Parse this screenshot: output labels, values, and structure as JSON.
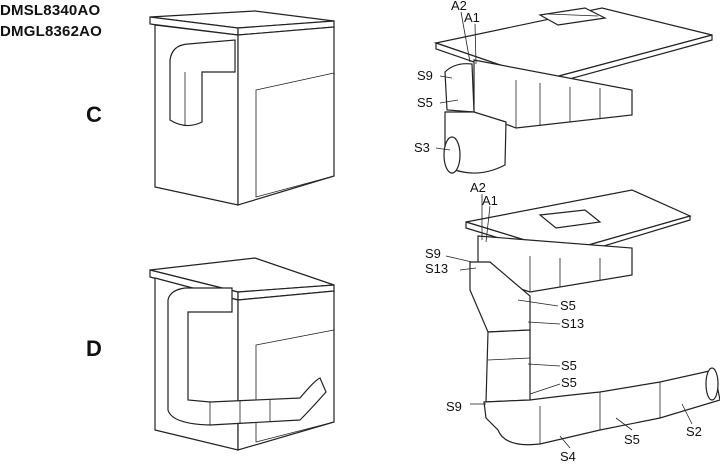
{
  "models": [
    "DMSL8340AO",
    "DMGL8362AO"
  ],
  "variants": [
    "C",
    "D"
  ],
  "labels_c": [
    "A2",
    "A1",
    "S9",
    "S5",
    "S3"
  ],
  "labels_d": [
    "A2",
    "A1",
    "S9",
    "S13",
    "S5",
    "S13",
    "S5",
    "S5",
    "S9",
    "S2",
    "S5",
    "S4"
  ]
}
